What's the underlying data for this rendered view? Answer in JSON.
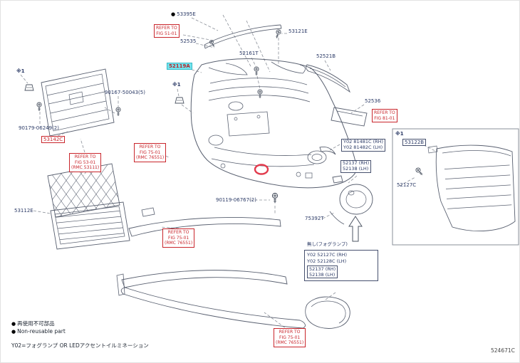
{
  "icons": {
    "non_reusable_dot": "●"
  },
  "labels": {
    "marker1": "※1",
    "p53395E": "53395E",
    "refer_51_01": "REFER TO\nFIG 51-01",
    "p52535": "52535",
    "p53121E": "53121E",
    "p52161T": "52161T",
    "p52521B": "52521B",
    "p52119A": "52119A",
    "p90167": "90167-50043(5)",
    "p90179": "90179-06249(2)",
    "p53142C": "53142C",
    "refer_53_01": "REFER TO\nFIG 53-01\n(RMC 53111)",
    "p53112E": "53112E",
    "refer_75_01": "REFER TO\nFIG 75-01\n(RMC 76551)",
    "p90119": "90119-06767(2)",
    "p52536": "52536",
    "refer_81_01": "REFER TO\nFIG 81-01",
    "y02_8148x": "Y02 81481C (RH)\nY02 81482C (LH)",
    "p53122B": "53122B",
    "p52127C": "52127C",
    "p5213x_pair": "52137 (RH)\n52138 (LH)",
    "p75392T": "75392T",
    "no_fog_title": "無し(フォグランプ)",
    "no_fog_l1": "Y02 52127C (RH)",
    "no_fog_l2": "Y02 52128C (LH)",
    "no_fog_pair": "52137 (RH)\n52138 (LH)"
  },
  "legend": {
    "jp": "再使用不可部品",
    "en": "Non-reusable part",
    "note": "Y02=フォグランプ OR LEDアクセントイルミネーション"
  },
  "footer": {
    "diagram_id": "524671C"
  }
}
